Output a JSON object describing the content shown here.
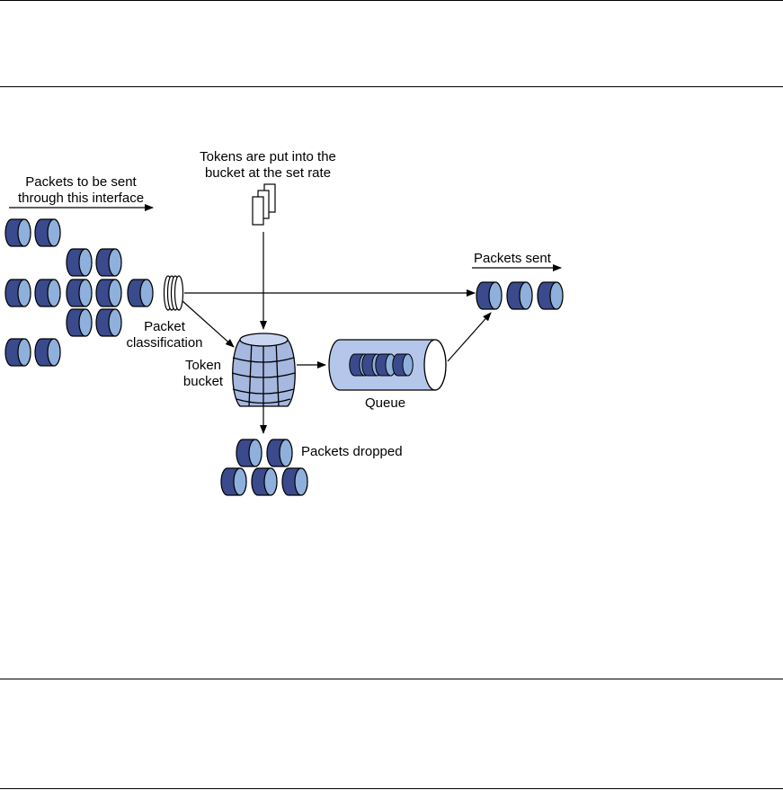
{
  "diagram": {
    "incoming_label": [
      "Packets to be sent",
      "through this interface"
    ],
    "tokens_label": [
      "Tokens are put into the",
      "bucket at the set rate"
    ],
    "classification_label": [
      "Packet",
      "classification"
    ],
    "token_bucket_label": [
      "Token",
      "bucket"
    ],
    "queue_label": "Queue",
    "sent_label": "Packets sent",
    "dropped_label": "Packets dropped",
    "colors": {
      "packet_dark": "#3a4a8c",
      "packet_light": "#8fb0dc",
      "bucket": "#a6b7e0",
      "queue": "#b4c6ea",
      "outline": "#000000"
    }
  }
}
